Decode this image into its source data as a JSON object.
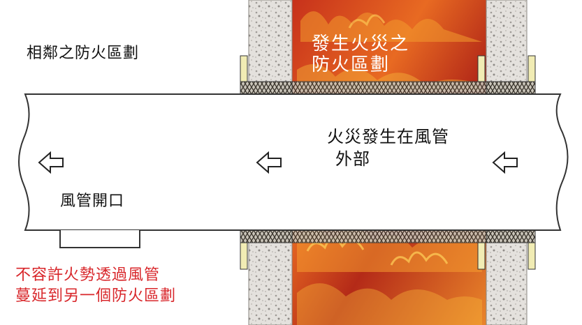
{
  "labels": {
    "adjacent_compartment": "相鄰之防火區劃",
    "fire_compartment_line1": "發生火災之",
    "fire_compartment_line2": "防火區劃",
    "fire_outside_line1": "火災發生在風管",
    "fire_outside_line2": "外部",
    "duct_opening": "風管開口",
    "note_line1": "不容許火勢透過風管",
    "note_line2": "蔓延到另一個防火區劃"
  },
  "arrows": [
    {
      "name": "airflow-arrow-left",
      "direction": "left"
    },
    {
      "name": "airflow-arrow-middle",
      "direction": "left"
    },
    {
      "name": "airflow-arrow-right",
      "direction": "left"
    }
  ],
  "colors": {
    "fire_dark": "#b8321a",
    "fire_bright": "#f3a12b",
    "wall_concrete": "#d9d6d2",
    "collar": "#f1ecb4",
    "note_text": "#d8262a",
    "outline": "#333333"
  }
}
